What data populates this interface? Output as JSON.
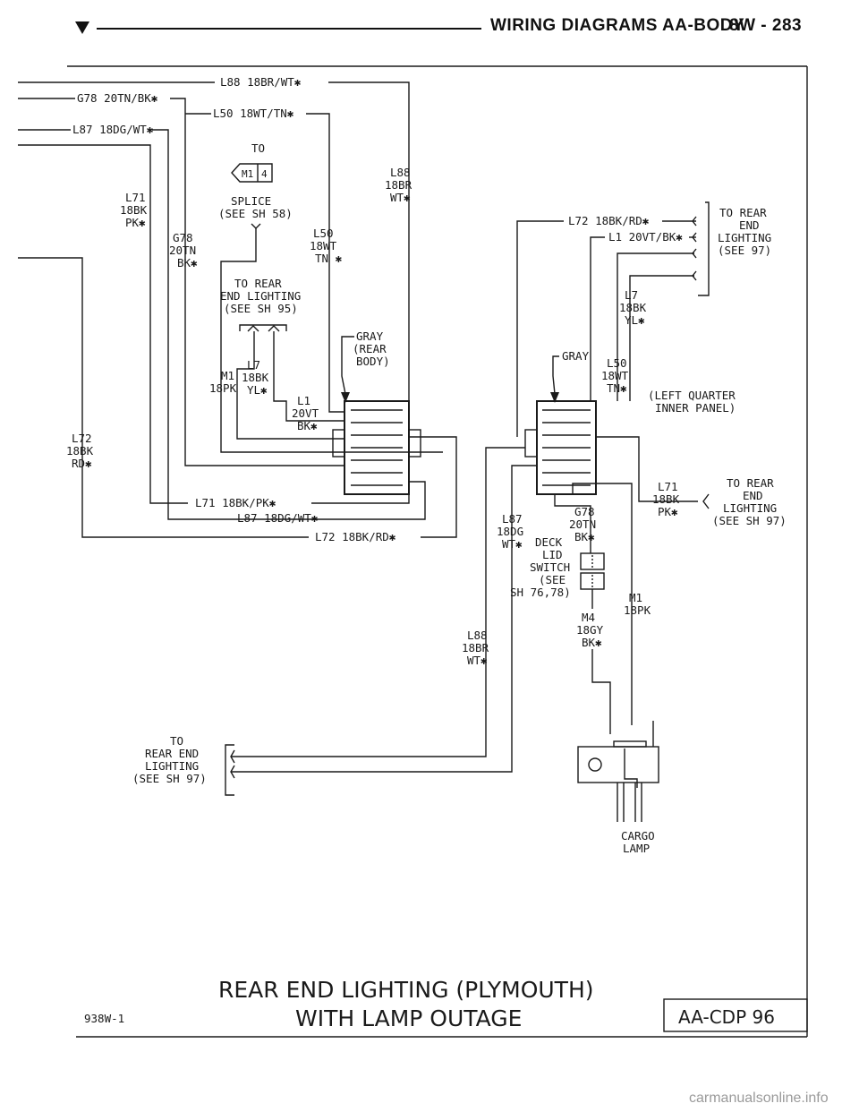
{
  "header": {
    "title": "WIRING DIAGRAMS AA-BODY",
    "page": "8W - 283"
  },
  "diagram": {
    "wires_left": {
      "l88": "L88 18BR/WT✱",
      "g78": "G78 20TN/BK✱",
      "l50": "L50 18WT/TN✱",
      "l87": "L87 18DG/WT✱"
    },
    "splice": {
      "to": "TO",
      "id": "M1",
      "num": "4",
      "label1": "SPLICE",
      "label2": "(SEE SH 58)"
    },
    "v_l71": [
      "L71",
      "18BK",
      "PK✱"
    ],
    "v_g78": [
      "G78",
      "20TN",
      "BK✱"
    ],
    "v_l50": [
      "L50",
      "18WT",
      "TN ✱"
    ],
    "v_l88": [
      "L88",
      "18BR",
      "WT✱"
    ],
    "v_l72": [
      "L72",
      "18BK",
      "RD✱"
    ],
    "to_rear_mid": [
      "TO REAR",
      "END LIGHTING",
      "(SEE SH 95)"
    ],
    "m1_mid": [
      "M1",
      "18PK"
    ],
    "l7_mid": [
      "L7",
      "18BK",
      "YL✱"
    ],
    "l1_mid": [
      "L1",
      "20VT",
      "BK✱"
    ],
    "gray_rear": [
      "GRAY",
      "(REAR",
      "BODY)"
    ],
    "bottom_wires": {
      "l71": "L71 18BK/PK✱",
      "l87": "L87 18DG/WT✱",
      "l72": "L72 18BK/RD✱"
    },
    "right_top": {
      "l72": "L72 18BK/RD✱",
      "l1": "L1 20VT/BK✱",
      "to_rear": [
        "TO REAR",
        "END",
        "LIGHTING",
        "(SEE 97)"
      ],
      "l7": [
        "L7",
        "18BK",
        "YL✱"
      ],
      "gray": "GRAY",
      "l50": [
        "L50",
        "18WT",
        "TN✱"
      ],
      "left_quarter": [
        "(LEFT QUARTER",
        "INNER PANEL)"
      ]
    },
    "right_mid": {
      "l71": [
        "L71",
        "18BK",
        "PK✱"
      ],
      "to_rear": [
        "TO REAR",
        "END",
        "LIGHTING",
        "(SEE SH 97)"
      ],
      "l87": [
        "L87",
        "18DG",
        "WT✱"
      ],
      "g78": [
        "G78",
        "20TN",
        "BK✱"
      ],
      "deck": [
        "DECK",
        "LID",
        "SWITCH",
        "(SEE",
        "SH 76,78)"
      ],
      "m1": [
        "M1",
        "18PK"
      ],
      "m4": [
        "M4",
        "18GY",
        "BK✱"
      ],
      "l88": [
        "L88",
        "18BR",
        "WT✱"
      ]
    },
    "lower_left": [
      "TO",
      "REAR END",
      "LIGHTING",
      "(SEE SH 97)"
    ],
    "cargo": [
      "CARGO",
      "LAMP"
    ]
  },
  "title_block": {
    "line1": "REAR END LIGHTING (PLYMOUTH)",
    "line2": "WITH LAMP OUTAGE",
    "code": "938W-1",
    "ref": "AA-CDP 96"
  },
  "watermark": "carmanualsonline.info"
}
